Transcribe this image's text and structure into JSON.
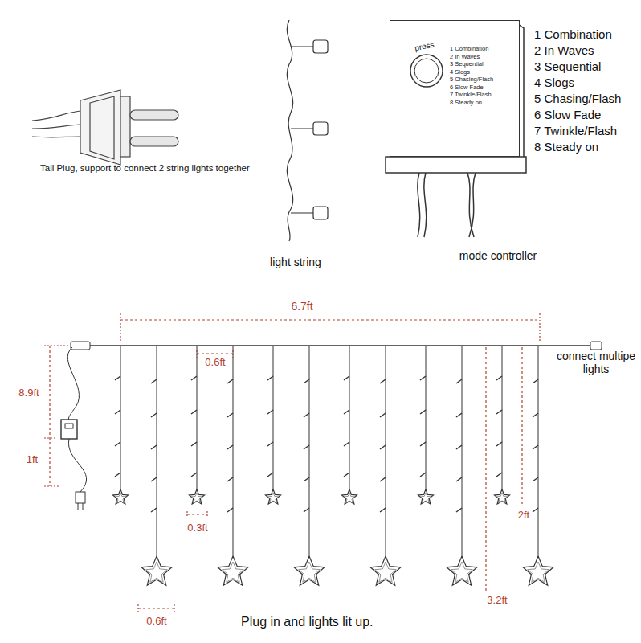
{
  "diagram": {
    "nodes": [
      {
        "text": [
          "press",
          "1 Combination",
          "2 In Waves",
          "3 Sequential",
          "4 Slogs",
          "5 Chasing/Flash",
          "6 Slow Fade",
          "7 Twinkle/Flash",
          "8 Steady on"
        ]
      }
    ],
    "labels": [
      "Tail Plug, support to connect 2 string lights together",
      "light string",
      "mode controller",
      "1 Combination",
      "2 In Waves",
      "3 Sequential",
      "4 Slogs",
      "5 Chasing/Flash",
      "6 Slow Fade",
      "7 Twinkle/Flash",
      "8 Steady on",
      "6.7ft",
      "0.6ft",
      "connect multipe lights",
      "8.9ft",
      "1ft",
      "0.3ft",
      "2ft",
      "3.2ft",
      "0.6ft",
      "Plug in and lights lit up."
    ]
  }
}
